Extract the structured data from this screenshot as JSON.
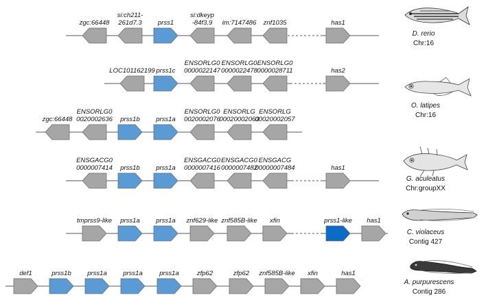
{
  "colors": {
    "other_gene": "#a6a6a6",
    "prss_gene": "#5b9bd5",
    "prss1_like": "#0a6cc4",
    "gene_stroke": "#6e6e6e",
    "line": "#555555"
  },
  "rows": [
    {
      "id": "drerio",
      "species": "D. rerio",
      "location": "Chr:16",
      "genes": [
        {
          "label": [
            "zgc:66448"
          ],
          "dir": "left",
          "kind": "other"
        },
        {
          "label": [
            "si:ch211-",
            "261d7.3"
          ],
          "dir": "left",
          "kind": "other"
        },
        {
          "label": [
            "prss1"
          ],
          "dir": "right",
          "kind": "prss"
        },
        {
          "label": [
            "si:dkeyp",
            "-84f3.9"
          ],
          "dir": "left",
          "kind": "other"
        },
        {
          "label": [
            "im:7147486"
          ],
          "dir": "left",
          "kind": "other"
        },
        {
          "label": [
            "znf1035"
          ],
          "dir": "left",
          "kind": "other"
        },
        {
          "label": [
            "has1"
          ],
          "dir": "right",
          "kind": "other"
        }
      ]
    },
    {
      "id": "olatipes",
      "species": "O. latipes",
      "location": "Chr:16",
      "genes": [
        {
          "label": [
            "LOC101162199"
          ],
          "dir": "left",
          "kind": "other"
        },
        {
          "label": [
            "prss1c"
          ],
          "dir": "right",
          "kind": "prss"
        },
        {
          "label": [
            "ENSORLG0",
            "0000022147"
          ],
          "dir": "left",
          "kind": "other"
        },
        {
          "label": [
            "ENSORLG0",
            "0000022478"
          ],
          "dir": "left",
          "kind": "other"
        },
        {
          "label": [
            "ENSORLG0",
            "0000028711"
          ],
          "dir": "left",
          "kind": "other"
        },
        {
          "label": [
            "has2"
          ],
          "dir": "right",
          "kind": "other"
        }
      ]
    },
    {
      "id": "olatipes2",
      "species": "",
      "location": "",
      "genes": [
        {
          "label": [
            "zgc:66448"
          ],
          "dir": "left",
          "kind": "other"
        },
        {
          "label": [
            "ENSORLG0",
            "0020002636"
          ],
          "dir": "left",
          "kind": "other"
        },
        {
          "label": [
            "prss1b"
          ],
          "dir": "right",
          "kind": "prss"
        },
        {
          "label": [
            "prss1a"
          ],
          "dir": "right",
          "kind": "prss"
        },
        {
          "label": [
            "ENSORLG0",
            "0020002076"
          ],
          "dir": "left",
          "kind": "other"
        },
        {
          "label": [
            "ENSORLG",
            "00020002063"
          ],
          "dir": "left",
          "kind": "other"
        },
        {
          "label": [
            "ENSORLG",
            "00020002057"
          ],
          "dir": "left",
          "kind": "other"
        }
      ]
    },
    {
      "id": "gaculeatus",
      "species": "G. aculeatus",
      "location": "Chr:groupXX",
      "genes": [
        {
          "label": [
            "ENSGACG0",
            "0000007414"
          ],
          "dir": "left",
          "kind": "other"
        },
        {
          "label": [
            "prss1b"
          ],
          "dir": "right",
          "kind": "prss"
        },
        {
          "label": [
            "prss1a"
          ],
          "dir": "right",
          "kind": "prss"
        },
        {
          "label": [
            "ENSGACG0",
            "0000007416"
          ],
          "dir": "left",
          "kind": "other"
        },
        {
          "label": [
            "ENSGACG0",
            "0000007482"
          ],
          "dir": "left",
          "kind": "other"
        },
        {
          "label": [
            "ENSGACG",
            "00000007484"
          ],
          "dir": "left",
          "kind": "other"
        },
        {
          "label": [
            "has1"
          ],
          "dir": "right",
          "kind": "other"
        }
      ]
    },
    {
      "id": "cviolaceus",
      "species": "C. violaceus",
      "location": "Contig 427",
      "genes": [
        {
          "label": [
            "tmprss9-like"
          ],
          "dir": "right",
          "kind": "other"
        },
        {
          "label": [
            "prss1a"
          ],
          "dir": "right",
          "kind": "prss"
        },
        {
          "label": [
            "prss1a"
          ],
          "dir": "right",
          "kind": "prss"
        },
        {
          "label": [
            "znf629-like"
          ],
          "dir": "right",
          "kind": "other"
        },
        {
          "label": [
            "znf585B-like"
          ],
          "dir": "right",
          "kind": "other"
        },
        {
          "label": [
            "xfin"
          ],
          "dir": "right",
          "kind": "other"
        },
        {
          "label": [
            "prss1-like"
          ],
          "dir": "right",
          "kind": "prss1like"
        },
        {
          "label": [
            "has1"
          ],
          "dir": "right",
          "kind": "other"
        }
      ]
    },
    {
      "id": "apurpurescens",
      "species": "A. purpurescens",
      "location": "Contig 286",
      "genes": [
        {
          "label": [
            "def1"
          ],
          "dir": "right",
          "kind": "other"
        },
        {
          "label": [
            "prss1b"
          ],
          "dir": "right",
          "kind": "prss"
        },
        {
          "label": [
            "prss1a"
          ],
          "dir": "right",
          "kind": "prss"
        },
        {
          "label": [
            "prss1a"
          ],
          "dir": "right",
          "kind": "prss"
        },
        {
          "label": [
            "prss1a"
          ],
          "dir": "right",
          "kind": "prss"
        },
        {
          "label": [
            "zfp62"
          ],
          "dir": "right",
          "kind": "other"
        },
        {
          "label": [
            "zfp62"
          ],
          "dir": "right",
          "kind": "other"
        },
        {
          "label": [
            "znf585B-like"
          ],
          "dir": "right",
          "kind": "other"
        },
        {
          "label": [
            "xfin"
          ],
          "dir": "right",
          "kind": "other"
        },
        {
          "label": [
            "has1"
          ],
          "dir": "right",
          "kind": "other"
        }
      ]
    }
  ],
  "fish_icons": [
    {
      "name": "zebrafish-icon"
    },
    {
      "name": "medaka-icon"
    },
    {
      "name": "stickleback-icon"
    },
    {
      "name": "prickleback-icon"
    },
    {
      "name": "blenny-icon"
    }
  ]
}
